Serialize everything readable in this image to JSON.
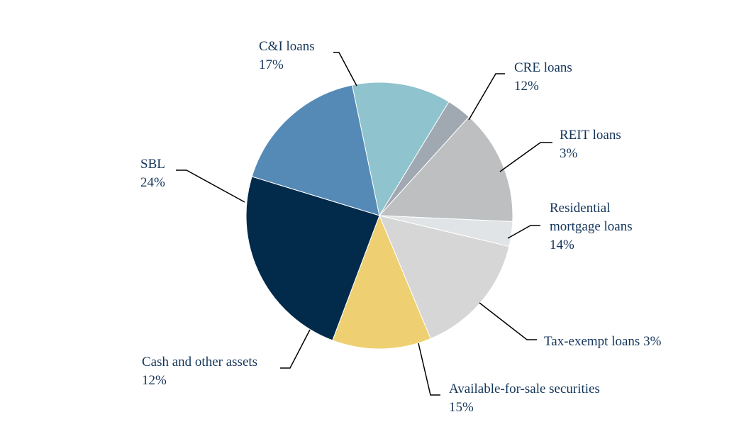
{
  "chart_data": {
    "type": "pie",
    "slices": [
      {
        "name": "C&I loans",
        "value": 17,
        "label": "17%",
        "color": "#5589b6"
      },
      {
        "name": "CRE loans",
        "value": 12,
        "label": "12%",
        "color": "#8fc3cd"
      },
      {
        "name": "REIT loans",
        "value": 3,
        "label": "3%",
        "color": "#a0a8b1"
      },
      {
        "name": "Residential mortgage loans",
        "value": 14,
        "label": "14%",
        "color": "#bdbfc1"
      },
      {
        "name": "Tax-exempt loans",
        "value": 3,
        "label": "3%",
        "color": "#e1e4e6"
      },
      {
        "name": "Available-for-sale securities",
        "value": 15,
        "label": "15%",
        "color": "#d6d6d6"
      },
      {
        "name": "Cash and other assets",
        "value": 12,
        "label": "12%",
        "color": "#eed072"
      },
      {
        "name": "SBL",
        "value": 24,
        "label": "24%",
        "color": "#022a4a"
      }
    ],
    "legend": "callout-labels"
  }
}
